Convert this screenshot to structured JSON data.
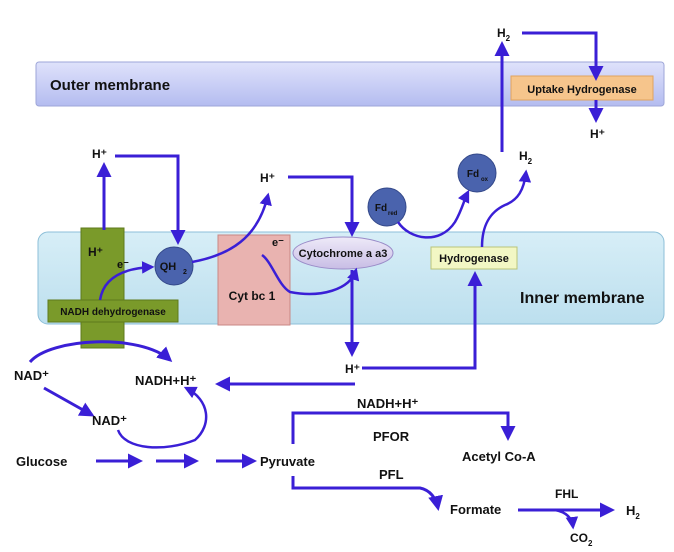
{
  "outer_membrane": {
    "label": "Outer membrane",
    "enzyme": "Uptake  Hydrogenase"
  },
  "inner_membrane": {
    "label": "Inner membrane",
    "nadh_dh": "NADH dehydrogenase",
    "nadh_dh_proton": "H⁺",
    "cyt_bc1": "Cyt bc 1",
    "cyt_aa3": "Cytochrome a a3",
    "hydrogenase": "Hydrogenase"
  },
  "carriers": {
    "qh2_main": "QH",
    "qh2_sub": "2",
    "fd_red_main": "Fd",
    "fd_red_sub": "red",
    "fd_ox_main": "Fd",
    "fd_ox_sub": "ox"
  },
  "species": {
    "h_main": "H",
    "h2_sub": "2",
    "proton": "H⁺",
    "electron": "e⁻",
    "co_main": "CO",
    "co2_sub": "2"
  },
  "metabolism": {
    "nad_plus": "NAD⁺",
    "nadh_h": "NADH+H⁺",
    "glucose": "Glucose",
    "pyruvate": "Pyruvate",
    "pfor": "PFOR",
    "pfl": "PFL",
    "acetyl_coa": "Acetyl Co-A",
    "formate": "Formate",
    "fhl": "FHL"
  },
  "colors": {
    "arrow": "#3a1fd6",
    "outer_membrane": "#c7cdf6",
    "inner_membrane": "#c9e6f2",
    "nadh_dh": "#7a9a2a",
    "cyt_bc1": "#e9b3b0",
    "cyt_aa3": "#d6ccec",
    "hydrogenase": "#f2f7c4",
    "uptake_hydrogenase": "#f6c58c",
    "carrier": "#4a63ad"
  }
}
